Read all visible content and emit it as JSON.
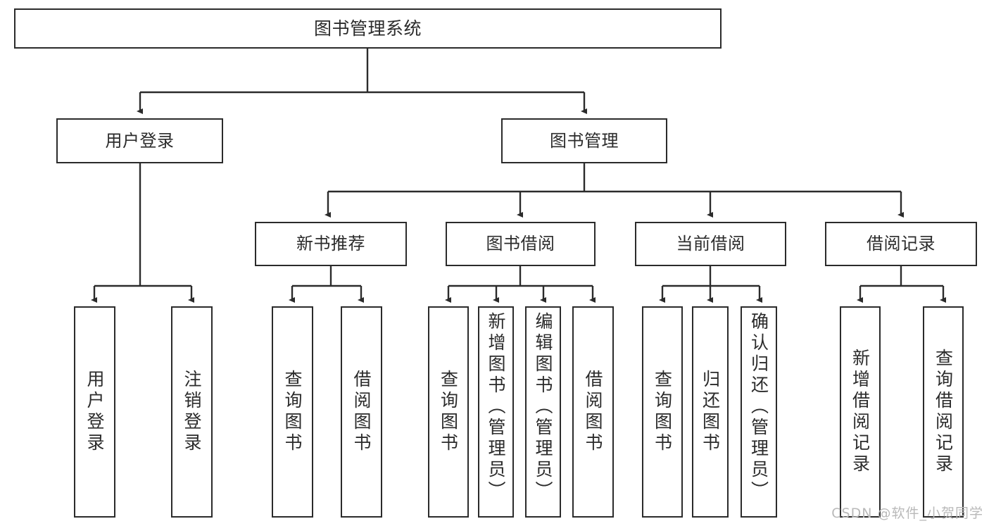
{
  "diagram": {
    "title": "图书管理系统",
    "type": "hierarchy-tree",
    "watermark": "CSDN @软件_小贺同学",
    "colors": {
      "box_border": "#2b2b2b",
      "box_fill": "#ffffff",
      "edge": "#2b2b2b",
      "text": "#2b2b2b",
      "watermark": "#b9b9b9",
      "background": "#ffffff"
    },
    "levels": {
      "root": {
        "label": "图书管理系统"
      },
      "level2": [
        {
          "id": "user-login",
          "label": "用户登录"
        },
        {
          "id": "book-management",
          "label": "图书管理"
        }
      ],
      "level3": [
        {
          "id": "new-book-recommend",
          "label": "新书推荐",
          "parent": "book-management"
        },
        {
          "id": "book-borrow",
          "label": "图书借阅",
          "parent": "book-management"
        },
        {
          "id": "current-borrow",
          "label": "当前借阅",
          "parent": "book-management"
        },
        {
          "id": "borrow-record",
          "label": "借阅记录",
          "parent": "book-management"
        }
      ],
      "leaves": [
        {
          "id": "leaf-user-login",
          "label": "用户登录",
          "parent": "user-login"
        },
        {
          "id": "leaf-logout-login",
          "label": "注销登录",
          "parent": "user-login"
        },
        {
          "id": "leaf-query-book-1",
          "label": "查询图书",
          "parent": "new-book-recommend"
        },
        {
          "id": "leaf-borrow-book-1",
          "label": "借阅图书",
          "parent": "new-book-recommend"
        },
        {
          "id": "leaf-query-book-2",
          "label": "查询图书",
          "parent": "book-borrow"
        },
        {
          "id": "leaf-add-book",
          "label": "新增图书（管理员）",
          "parent": "book-borrow"
        },
        {
          "id": "leaf-edit-book",
          "label": "编辑图书（管理员）",
          "parent": "book-borrow"
        },
        {
          "id": "leaf-borrow-book-2",
          "label": "借阅图书",
          "parent": "book-borrow"
        },
        {
          "id": "leaf-query-book-3",
          "label": "查询图书",
          "parent": "current-borrow"
        },
        {
          "id": "leaf-return-book",
          "label": "归还图书",
          "parent": "current-borrow"
        },
        {
          "id": "leaf-confirm-return",
          "label": "确认归还（管理员）",
          "parent": "current-borrow"
        },
        {
          "id": "leaf-add-record",
          "label": "新增借阅记录",
          "parent": "borrow-record"
        },
        {
          "id": "leaf-query-record",
          "label": "查询借阅记录",
          "parent": "borrow-record"
        }
      ]
    }
  }
}
